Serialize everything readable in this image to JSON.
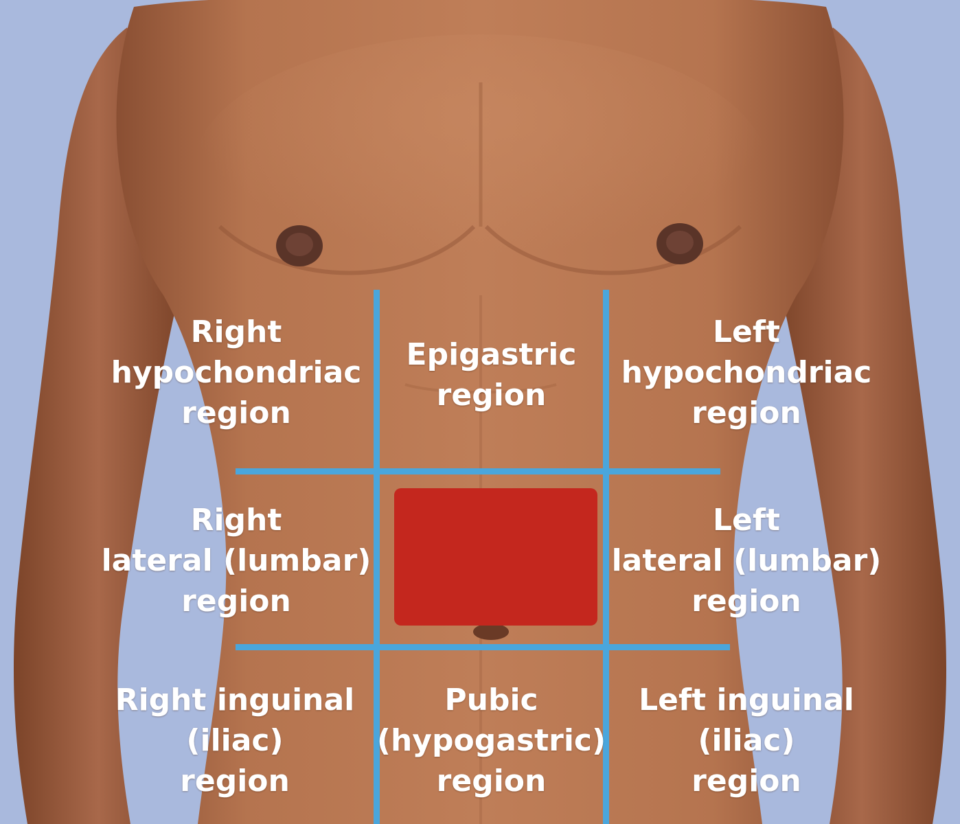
{
  "colors": {
    "background": "#a9b9dd",
    "skin": "#b06f4c",
    "grid_line": "#4aa6dc",
    "highlight": "#c4271e",
    "label_text": "#ffffff"
  },
  "highlighted_region": "umbilical",
  "regions": {
    "right_hypochondriac": {
      "line1": "Right",
      "line2": "hypochondriac",
      "line3": "region"
    },
    "epigastric": {
      "line1": "Epigastric",
      "line2": "region"
    },
    "left_hypochondriac": {
      "line1": "Left",
      "line2": "hypochondriac",
      "line3": "region"
    },
    "right_lumbar": {
      "line1": "Right",
      "line2": "lateral (lumbar)",
      "line3": "region"
    },
    "left_lumbar": {
      "line1": "Left",
      "line2": "lateral (lumbar)",
      "line3": "region"
    },
    "right_inguinal": {
      "line1": "Right inguinal",
      "line2": "(iliac)",
      "line3": "region"
    },
    "pubic": {
      "line1": "Pubic",
      "line2": "(hypogastric)",
      "line3": "region"
    },
    "left_inguinal": {
      "line1": "Left inguinal",
      "line2": "(iliac)",
      "line3": "region"
    }
  }
}
